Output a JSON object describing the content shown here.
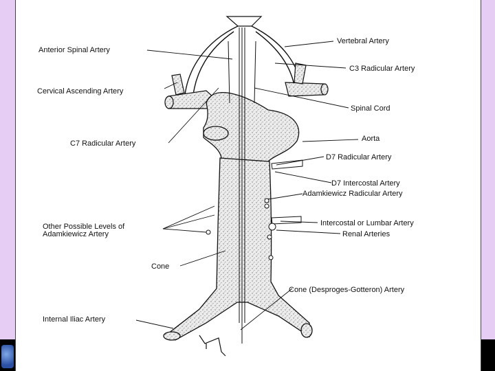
{
  "diagram": {
    "labels": {
      "anterior_spinal": "Anterior Spinal Artery",
      "vertebral": "Vertebral Artery",
      "c3_radicular": "C3 Radicular Artery",
      "cervical_ascending": "Cervical Ascending Artery",
      "spinal_cord": "Spinal Cord",
      "c7_radicular": "C7 Radicular Artery",
      "aorta": "Aorta",
      "d7_radicular": "D7 Radicular Artery",
      "d7_intercostal": "D7 Intercostal Artery",
      "adamkiewicz_radicular": "Adamkiewicz Radicular Artery",
      "other_levels_1": "Other Possible Levels of",
      "other_levels_2": "Adamkiewicz Artery",
      "intercostal_lumbar": "Intercostal or Lumbar Artery",
      "renal": "Renal Arteries",
      "cone": "Cone",
      "cone_artery": "Cone (Desproges-Gotteron) Artery",
      "internal_iliac": "Internal Iliac Artery"
    }
  },
  "colors": {
    "frame": "#e9d3f5",
    "ink": "#111111",
    "vessel_fill": "#e4e4e4"
  }
}
